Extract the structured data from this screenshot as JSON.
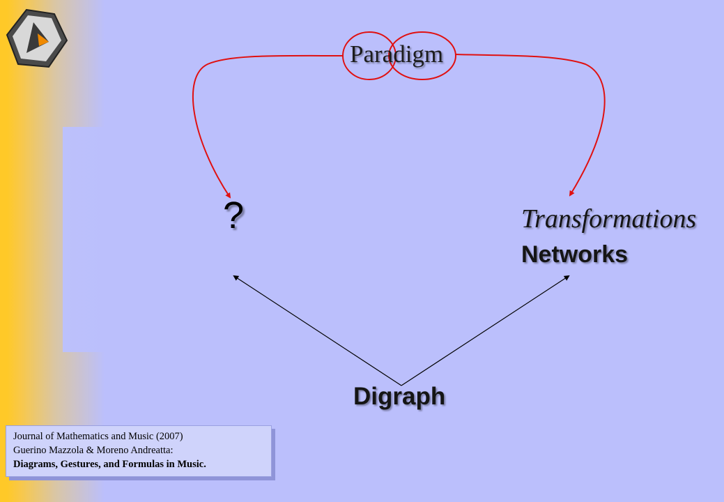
{
  "diagram": {
    "top_label": "Paradigm",
    "left_node": "?",
    "right_node_line1": "Transformations",
    "right_node_line2": "Networks",
    "bottom_node": "Digraph"
  },
  "reference": {
    "line1": "Journal of Mathematics and Music (2007)",
    "line2": "Guerino Mazzola & Moreno Andreatta:",
    "line3": "Diagrams, Gestures, and Formulas in Music."
  },
  "colors": {
    "background": "#bbbffc",
    "side_band": "#ffc928",
    "red_arrows": "#e01010",
    "black_arrows": "#000000"
  }
}
